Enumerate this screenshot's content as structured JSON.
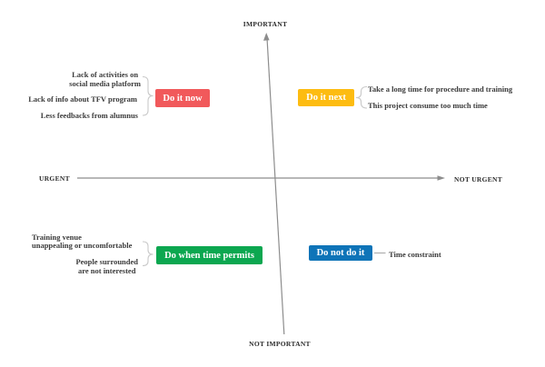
{
  "axes": {
    "vertical_top": "IMPORTANT",
    "vertical_bottom": "NOT IMPORTANT",
    "horizontal_left": "URGENT",
    "horizontal_right": "NOT URGENT",
    "line_color": "#8d8d8d",
    "bracket_color": "#c9c9c9"
  },
  "quadrants": [
    {
      "id": "do-it-now",
      "label": "Do it now",
      "color": "#F1595B",
      "items": [
        "Lack of activities on\nsocial media platform",
        "Lack of info about TFV program",
        "Less feedbacks from alumnus"
      ]
    },
    {
      "id": "do-it-next",
      "label": "Do it next",
      "color": "#FDBC11",
      "items": [
        "Take a long time for procedure and training",
        "This project consume too much time"
      ]
    },
    {
      "id": "do-when-time-permits",
      "label": "Do when time permits",
      "color": "#0CA750",
      "items": [
        "Training venue\nunappealing or uncomfortable",
        "People surrounded\nare not interested"
      ]
    },
    {
      "id": "do-not-do-it",
      "label": "Do not do it",
      "color": "#0E74B8",
      "items": [
        "Time constraint"
      ]
    }
  ]
}
